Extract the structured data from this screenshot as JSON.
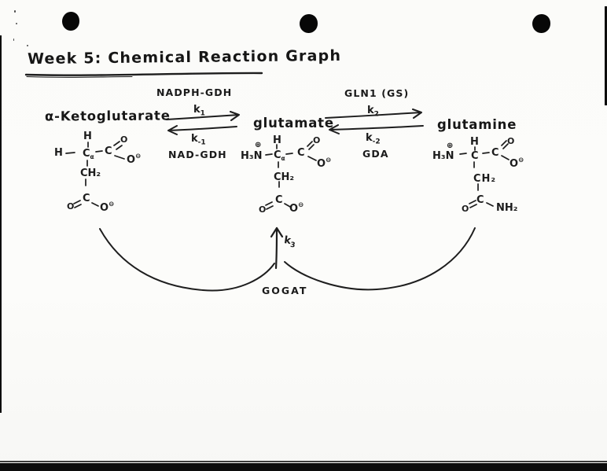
{
  "page": {
    "title": "Week 5: Chemical Reaction Graph",
    "ink_color": "#1e1e1e",
    "paper_color": "#fbfbf9"
  },
  "reactions": {
    "r1": {
      "enzyme_forward": "NADPH-GDH",
      "enzyme_reverse": "NAD-GDH",
      "k_forward_base": "k",
      "k_forward_sub": "1",
      "k_reverse_base": "k",
      "k_reverse_sub": "-1"
    },
    "r2": {
      "enzyme_forward": "GLN1 (GS)",
      "enzyme_reverse": "GDA",
      "k_forward_base": "k",
      "k_forward_sub": "2",
      "k_reverse_base": "k",
      "k_reverse_sub": "-2"
    },
    "r3": {
      "enzyme": "GOGAT",
      "k_base": "k",
      "k_sub": "3"
    }
  },
  "compounds": {
    "alpha_ketoglutarate": {
      "name": "α-Ketoglutarate",
      "atoms": {
        "h_top": "H",
        "h_side": "H",
        "c_alpha": "C",
        "c_alpha_sub": "α",
        "c_carboxyl": "C",
        "o_carbonyl": "O",
        "o_minus": "O",
        "o_minus_charge": "⊖",
        "ch2": "CH₂",
        "c_bottom": "C",
        "o_bottom_left": "O",
        "o_bottom_right": "O",
        "o_bottom_right_charge": "⊖"
      }
    },
    "glutamate": {
      "name": "glutamate",
      "atoms": {
        "amine": "H₃N",
        "amine_charge": "⊕",
        "h_top": "H",
        "c_alpha": "C",
        "c_alpha_sub": "α",
        "c_carboxyl": "C",
        "o_carbonyl": "O",
        "o_minus": "O",
        "o_minus_charge": "⊖",
        "ch2": "CH₂",
        "c_bottom": "C",
        "o_bottom_left": "O",
        "o_bottom_right": "O",
        "o_bottom_right_charge": "⊖"
      }
    },
    "glutamine": {
      "name": "glutamine",
      "atoms": {
        "amine": "H₃N",
        "amine_charge": "⊕",
        "h_top": "H",
        "c_alpha": "C",
        "c_carboxyl": "C",
        "o_carbonyl": "O",
        "o_minus": "O",
        "o_minus_charge": "⊖",
        "ch2": "CH₂",
        "c_bottom": "C",
        "o_amide": "O",
        "nh2": "NH₂"
      }
    }
  }
}
